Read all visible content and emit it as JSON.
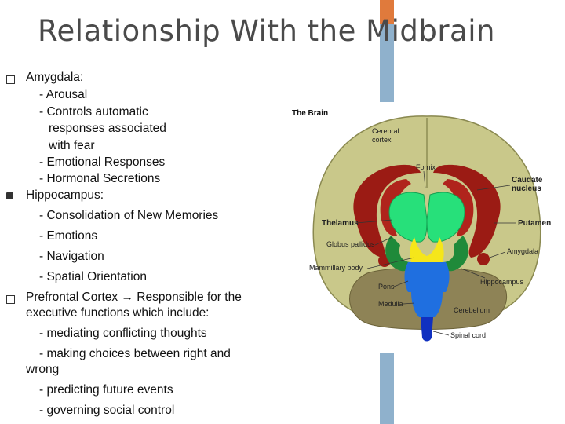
{
  "title": "Relationship With the Midbrain",
  "bullets": [
    {
      "heading": "Amygdala:",
      "lines": [
        "- Arousal",
        "- Controls automatic",
        "responses associated",
        "with fear",
        "- Emotional Responses",
        "- Hormonal Secretions"
      ]
    },
    {
      "heading": "Hippocampus:",
      "lines": [
        "- Consolidation of New Memories",
        "- Emotions",
        "- Navigation",
        "- Spatial Orientation"
      ]
    },
    {
      "heading": "Prefrontal Cortex → Responsible for the",
      "lines": [
        "executive functions which include:",
        "- mediating conflicting thoughts",
        "- making choices between right and",
        "wrong",
        "- predicting future events",
        "- governing social control"
      ]
    }
  ],
  "figure": {
    "title": "The Brain",
    "labels": {
      "cerebral_cortex_1": "Cerebral",
      "cerebral_cortex_2": "cortex",
      "fornix": "Fornix",
      "caudate_1": "Caudate",
      "caudate_2": "nucleus",
      "thalamus": "Thelamus",
      "putamen": "Putamen",
      "globus": "Globus pallidus",
      "amygdala": "Amygdala",
      "mammillary": "Mammillary body",
      "hippocampus": "Hippocampus",
      "pons": "Pons",
      "medulla": "Medulla",
      "cerebellum": "Cerebellum",
      "spinal": "Spinal cord"
    }
  },
  "colors": {
    "cortex": "#c9c88a",
    "red": "#9b1b14",
    "green": "#27e07a",
    "yellow": "#f5e61a",
    "blue": "#1f6fe0",
    "cerebellum": "#8e8356",
    "darkgreen": "#1f8a3a"
  }
}
